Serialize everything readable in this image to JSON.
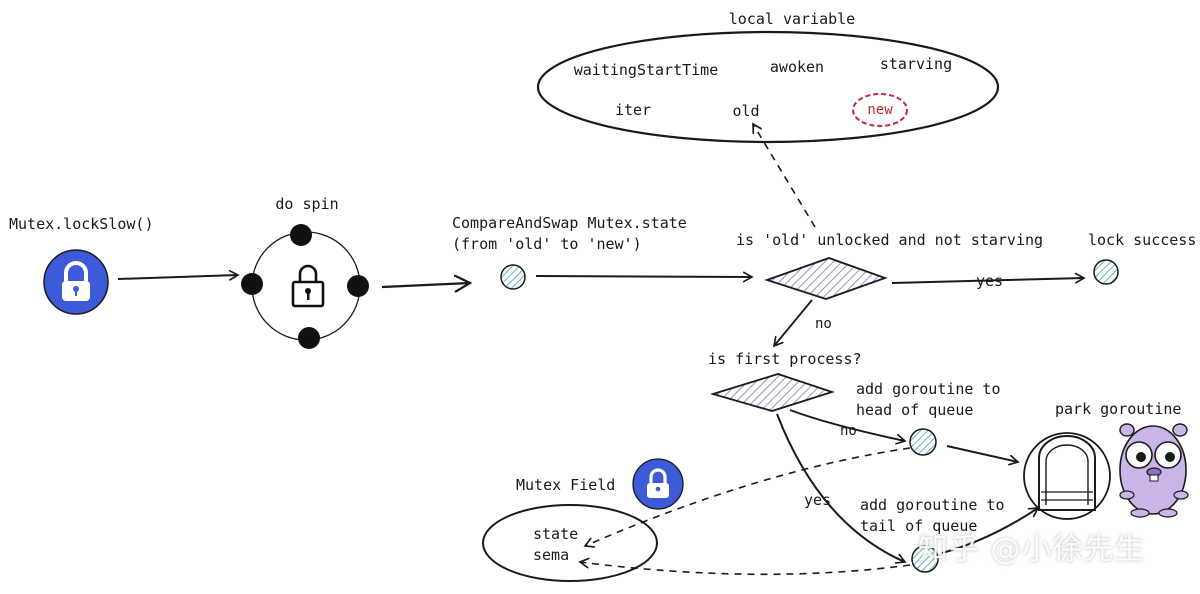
{
  "colors": {
    "ink": "#1a1a1a",
    "lock_blue": "#3d5ad9",
    "hatch_teal": "#5bb7c2",
    "hatch_purple": "#8b6fc4",
    "new_red": "#c0283a",
    "gopher_purple": "#c9b5e8"
  },
  "labels": {
    "entry": "Mutex.lockSlow()",
    "spin": "do spin",
    "cas_line1": "CompareAndSwap Mutex.state",
    "cas_line2": "(from 'old' to 'new')",
    "check": "is 'old' unlocked and not starving",
    "success": "lock success",
    "yes_success": "yes",
    "no_first": "no",
    "first_question": "is first process?",
    "head_line1": "add goroutine to",
    "head_line2": "head of queue",
    "no_head": "no",
    "yes_tail": "yes",
    "tail_line1": "add goroutine to",
    "tail_line2": "tail of queue",
    "park": "park goroutine",
    "mutex_field_title": "Mutex Field",
    "field_state": "state",
    "field_sema": "sema"
  },
  "local_variable": {
    "title": "local variable",
    "items": [
      "waitingStartTime",
      "awoken",
      "starving",
      "iter",
      "old",
      "new"
    ]
  },
  "icons": {
    "entry_lock": "padlock-icon",
    "spin_lock": "padlock-icon",
    "field_lock": "padlock-icon",
    "park": "goroutine-park-icon",
    "mascot": "go-gopher-icon"
  },
  "watermark": "知乎 @小徐先生"
}
